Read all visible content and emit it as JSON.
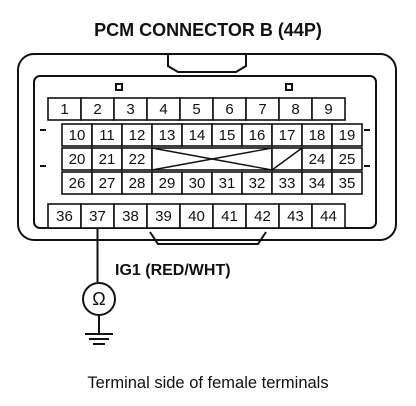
{
  "title": "PCM CONNECTOR B (44P)",
  "caption": "Terminal side of female terminals",
  "wire_label": "IG1 (RED/WHT)",
  "meter_symbol": "Ω",
  "probe_terminal": "37",
  "rows": [
    [
      "1",
      "2",
      "3",
      "4",
      "5",
      "6",
      "7",
      "8",
      "9"
    ],
    [
      "10",
      "11",
      "12",
      "13",
      "14",
      "15",
      "16",
      "17",
      "18",
      "19"
    ],
    [
      "20",
      "21",
      "22",
      "",
      "24",
      "25"
    ],
    [
      "26",
      "27",
      "28",
      "29",
      "30",
      "31",
      "32",
      "33",
      "34",
      "35"
    ],
    [
      "36",
      "37",
      "38",
      "39",
      "40",
      "41",
      "42",
      "43",
      "44"
    ]
  ],
  "icons": {
    "meter": "ohmmeter-icon",
    "ground": "ground-icon"
  }
}
